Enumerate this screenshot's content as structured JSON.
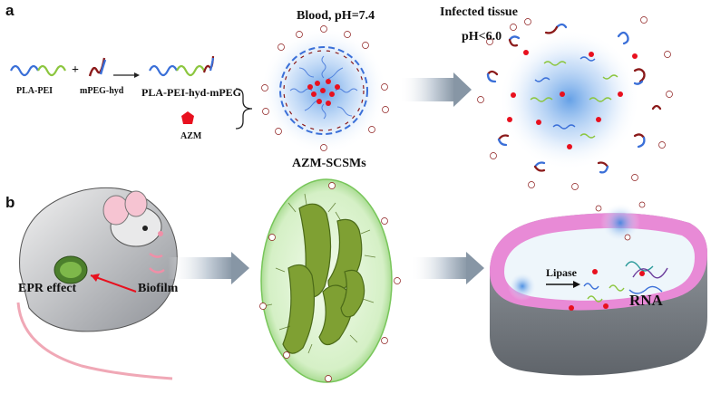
{
  "panel_a": {
    "label": "a",
    "pla_pei": "PLA-PEI",
    "plus": "+",
    "mpeg_hyd": "mPEG-hyd",
    "product": "PLA-PEI-hyd-mPEG",
    "azm": "AZM",
    "blood": "Blood, pH=7.4",
    "micelle": "AZM-SCSMs",
    "tissue": "Infected tissue",
    "ph_low": "pH<6.0"
  },
  "panel_b": {
    "label": "b",
    "epr": "EPR effect",
    "biofilm": "Biofilm",
    "lipase": "Lipase",
    "rna": "RNA"
  },
  "colors": {
    "pla_green": "#8cc63f",
    "pei_blue": "#3a6fd8",
    "peg_red": "#8b1a1a",
    "drug_red": "#e8101e",
    "glow_blue": "#4a90e2",
    "biofilm_green": "#6dbf4b",
    "cell_pink": "#e88ad6",
    "cell_gray": "#8a8f96",
    "arrow_gray": "#9aa7b4"
  }
}
